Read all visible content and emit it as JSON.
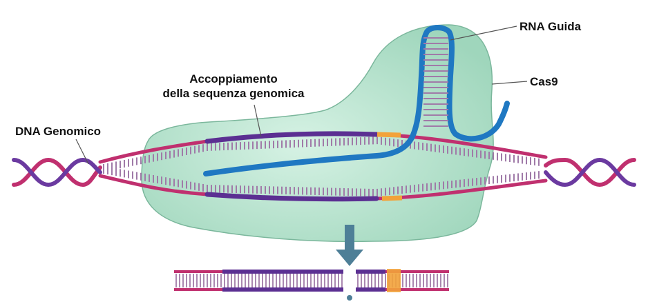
{
  "labels": {
    "rna_guide": "RNA Guida",
    "cas9": "Cas9",
    "dna_genomic": "DNA Genomico",
    "pairing_line1": "Accoppiamento",
    "pairing_line2": "della sequenza genomica"
  },
  "colors": {
    "background": "#ffffff",
    "cas9_fill": "#a9dcc3",
    "cas9_stroke": "#6fae93",
    "dna_strand": "#c0306f",
    "dna_strand_alt": "#6b3aa0",
    "target_segment": "#5b2f92",
    "pam": "#f2a23a",
    "rna_guide": "#1f78c2",
    "base_pairs": "#a07aa8",
    "arrow": "#4e7f97",
    "leader_line": "#555555"
  }
}
